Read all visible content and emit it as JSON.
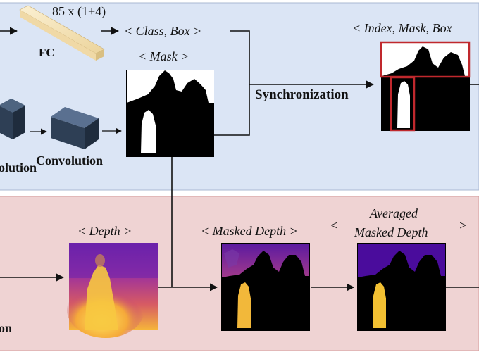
{
  "fc_dims": "85 x (1+4)",
  "fc_label": "FC",
  "class_box": "< Class, Box >",
  "mask": "< Mask >",
  "index_mask_box": "< Index, Mask, Box",
  "synchronization": "Synchronization",
  "conv_left_partial": "olution",
  "convolution": "Convolution",
  "depth": "< Depth >",
  "masked_depth": "< Masked Depth >",
  "avg_open": "<",
  "avg_line1": "Averaged",
  "avg_line2": "Masked Depth",
  "avg_close": ">",
  "bottom_left_partial": "on",
  "colors": {
    "top_panel": "#dbe5f5",
    "top_border": "#aab8d2",
    "bottom_panel": "#efd3d3",
    "bottom_border": "#d49c9c",
    "cube_front": "#2e3f55",
    "cube_top": "#4e6480",
    "cube_side": "#1f2c3d",
    "fc_bar": "#f2ddb0",
    "highlight_box": "#c0282d",
    "depth_purple": "#4a0c9c",
    "depth_yellow": "#f2c032"
  }
}
